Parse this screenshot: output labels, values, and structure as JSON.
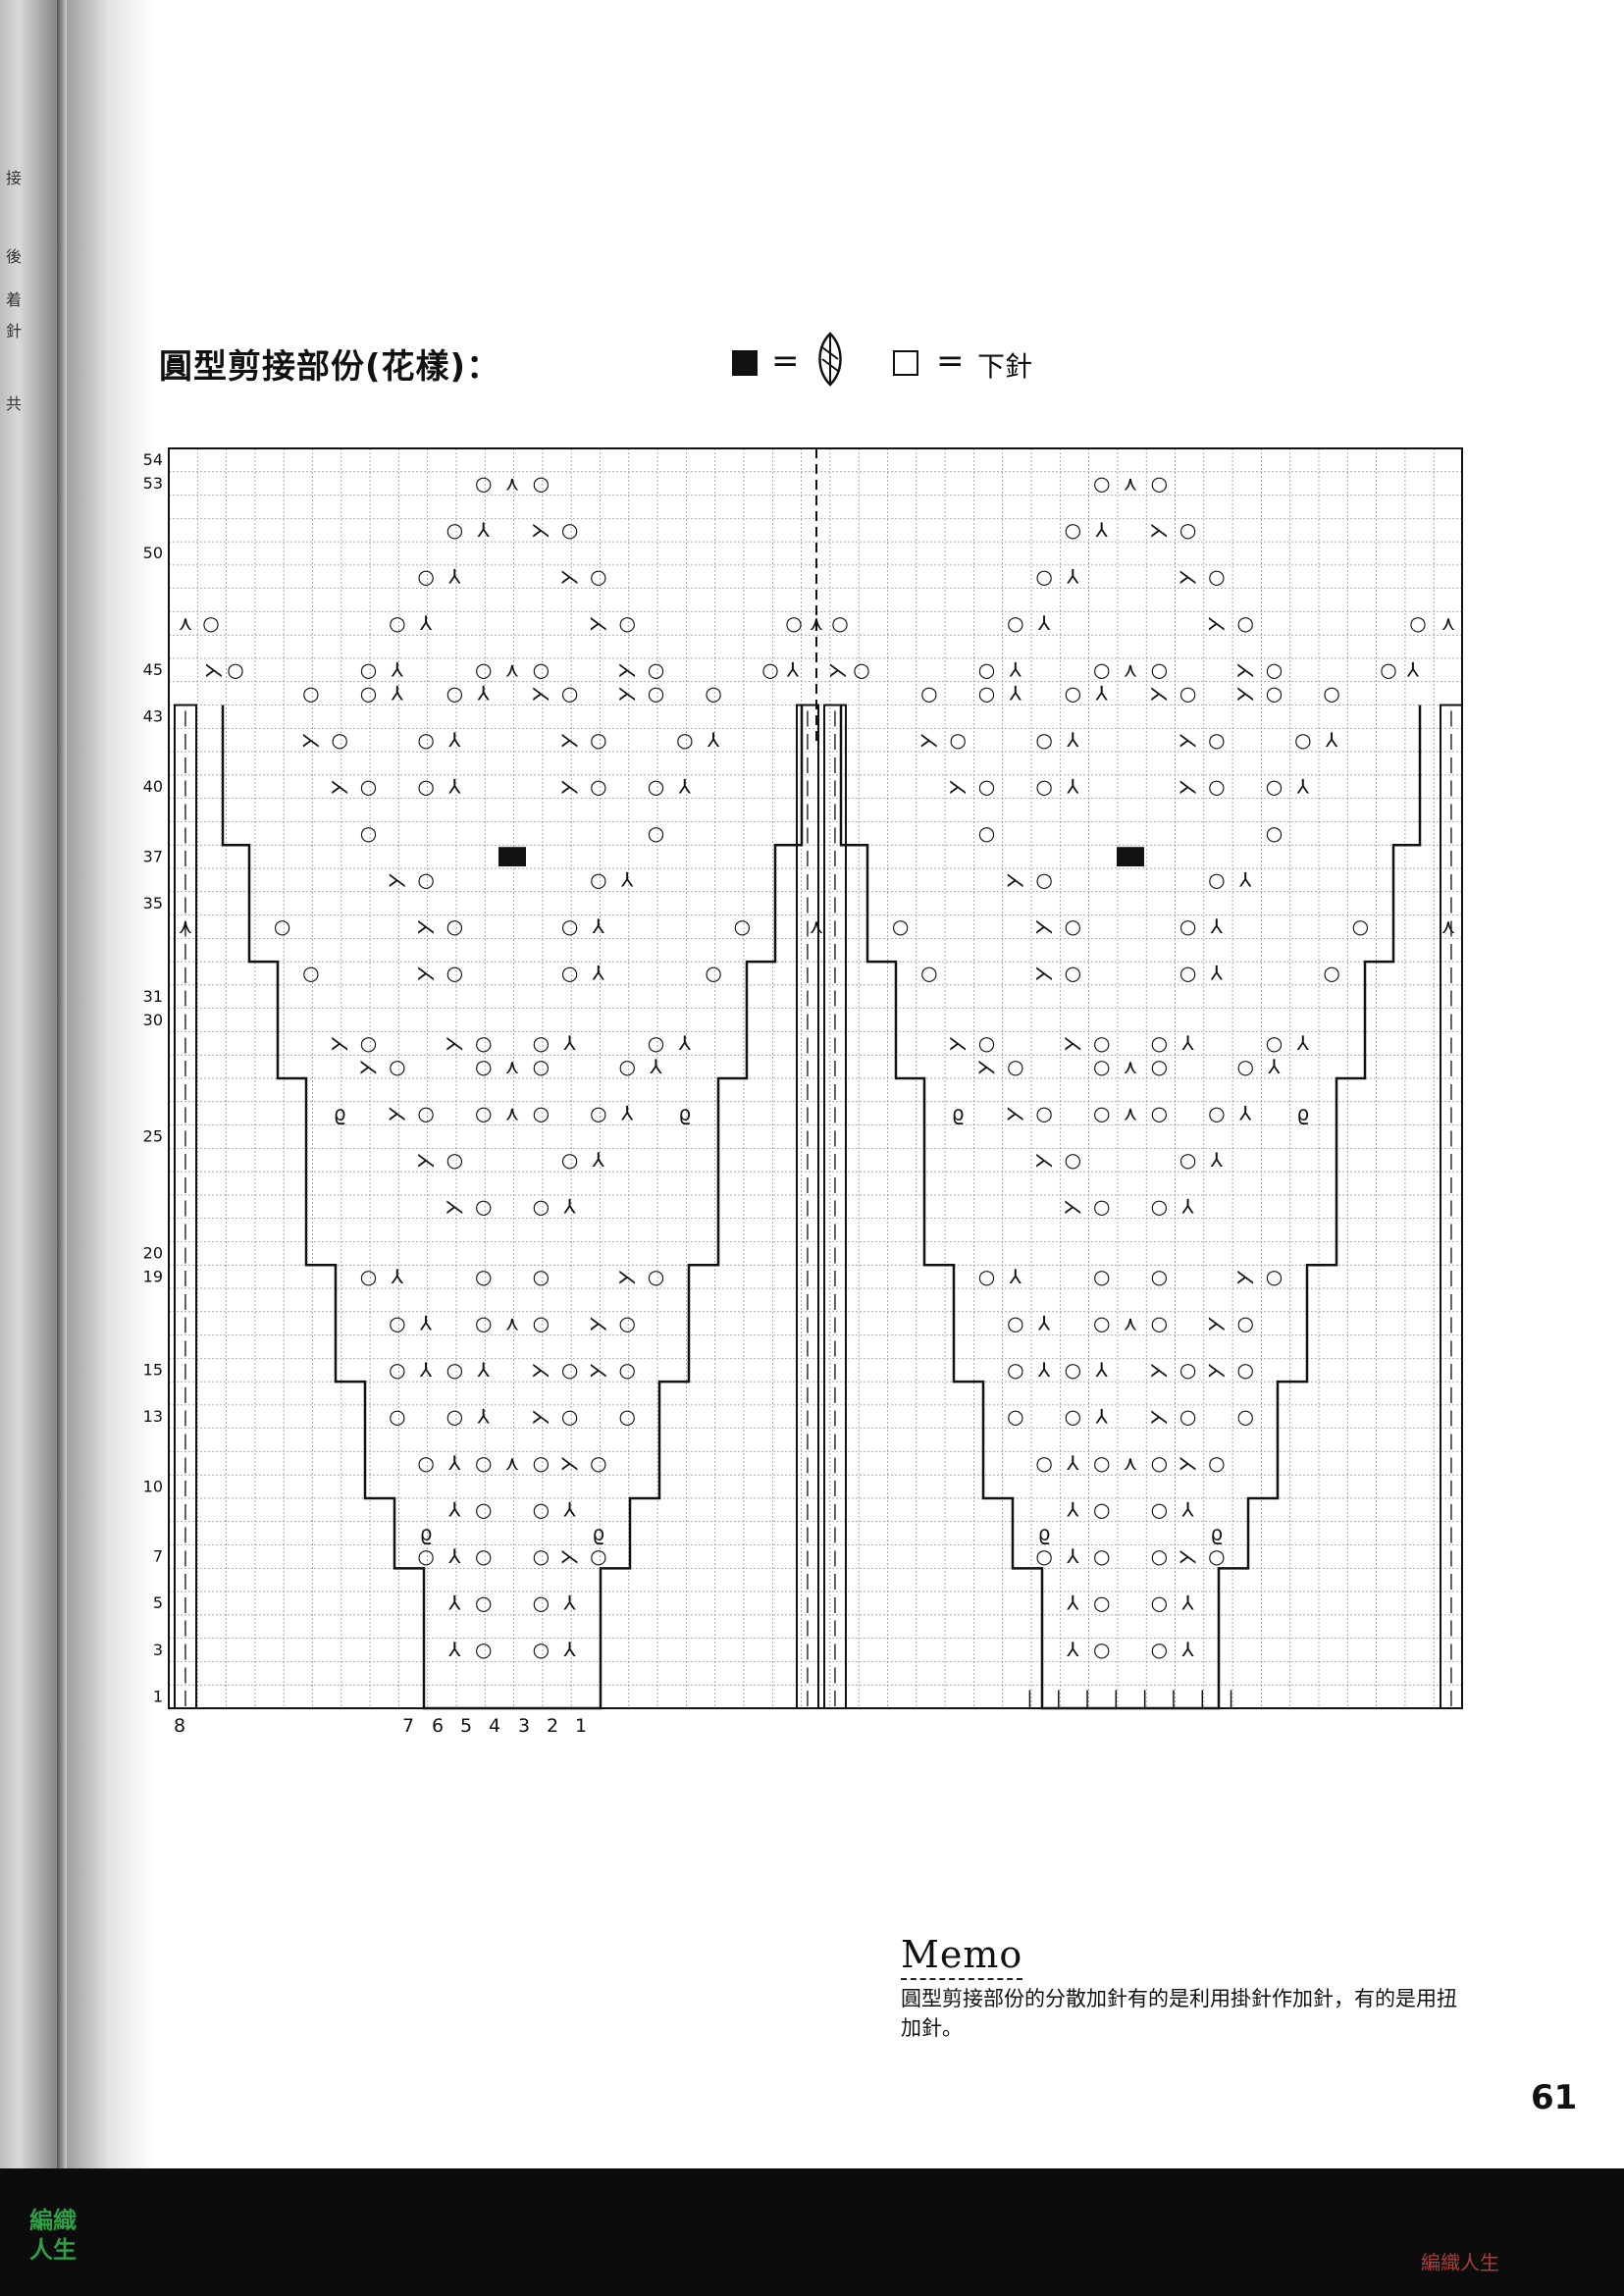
{
  "heading": "圓型剪接部份(花樣)：",
  "legend": {
    "equals": "=",
    "knit_text": "下針",
    "dark_icon": "filled-square-icon",
    "leaf_icon": "leaf-stitch-icon",
    "open_icon": "empty-square-icon"
  },
  "spine_text": [
    "接",
    "後",
    "着",
    "針",
    "共"
  ],
  "memo": {
    "title": "Memo",
    "body": "圓型剪接部份的分散加針有的是利用掛針作加針，有的是用扭加針。"
  },
  "page_number": "61",
  "watermark_left": [
    "編織",
    "人生"
  ],
  "watermark_right": "編織人生",
  "chart_data": {
    "type": "table",
    "row_labels": [
      "54",
      "53",
      "50",
      "45",
      "43",
      "40",
      "37",
      "35",
      "31",
      "30",
      "25",
      "20",
      "19",
      "15",
      "13",
      "10",
      "7",
      "5",
      "3",
      "1"
    ],
    "column_labels": [
      "8",
      "7",
      "6",
      "5",
      "4",
      "3",
      "2",
      "1"
    ],
    "symbols": {
      "yo": "○",
      "k2tog": "⅄",
      "ssk": "⋋",
      "cdd": "⋏",
      "twist": "ϱ",
      "purl": "|"
    },
    "colors": {
      "grid": "#888888",
      "outline": "#111111"
    }
  }
}
